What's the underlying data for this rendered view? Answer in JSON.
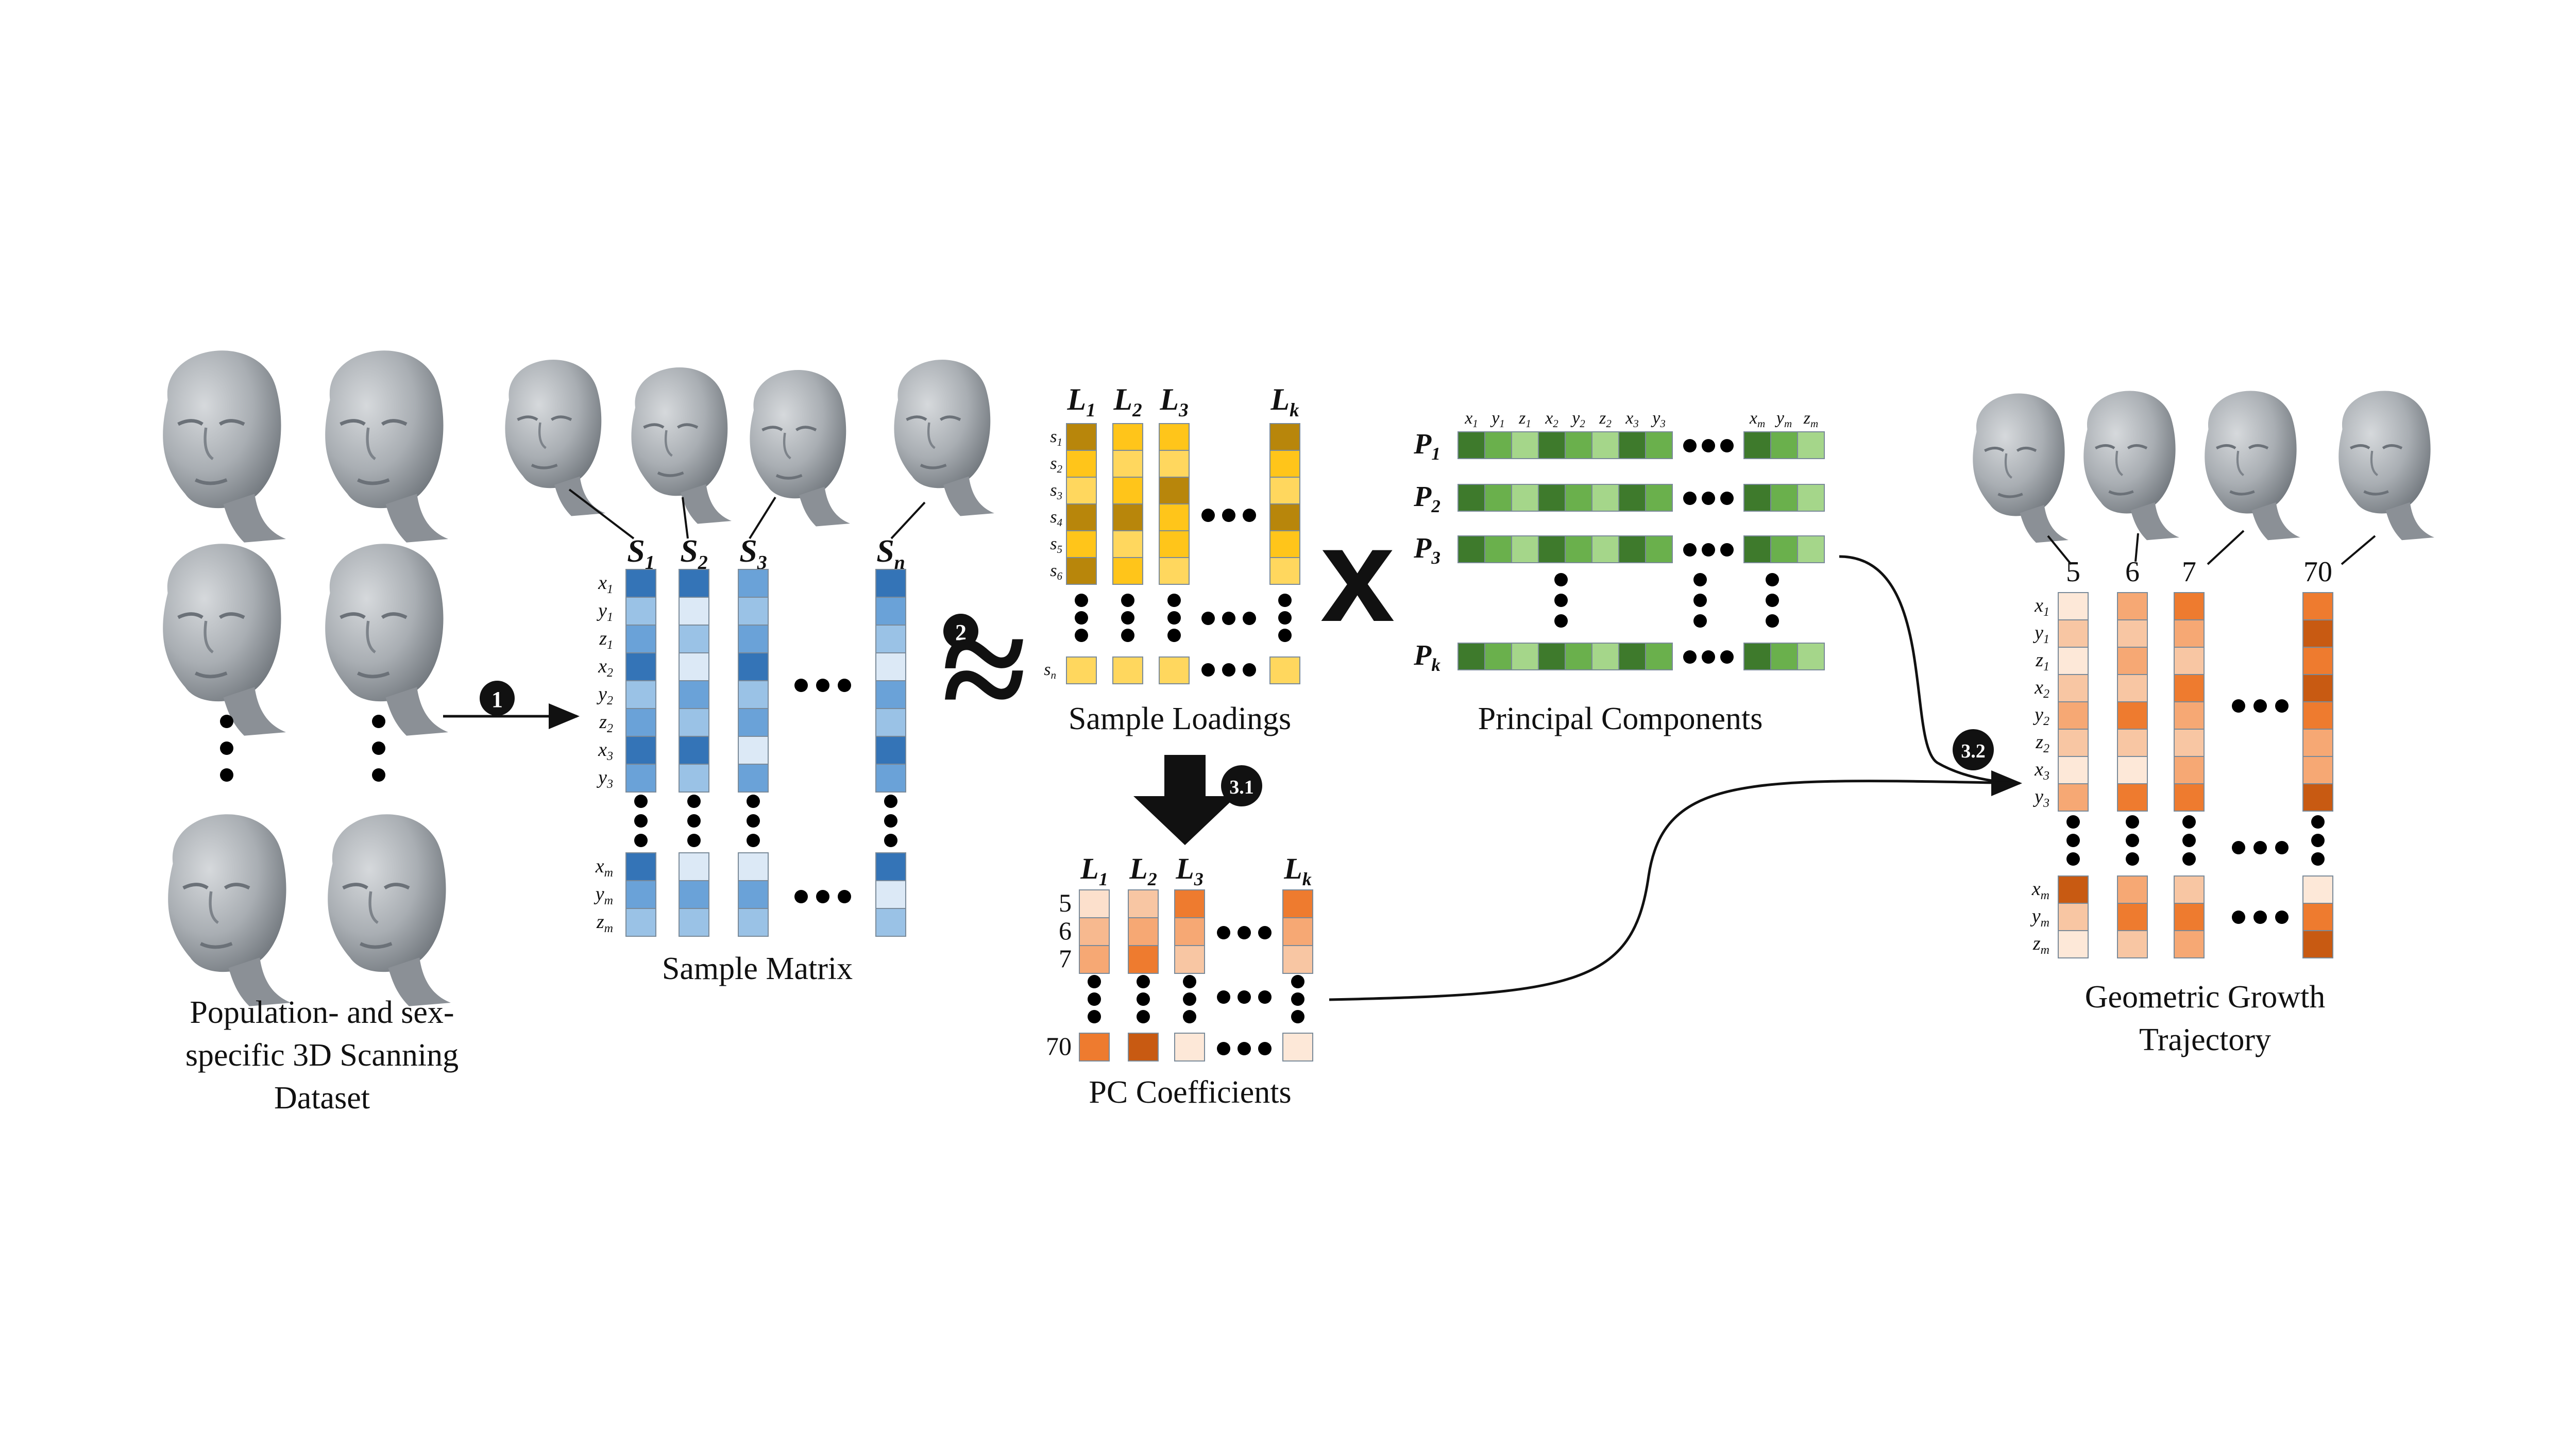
{
  "captions": {
    "dataset": [
      "Population- and sex-",
      "specific 3D Scanning",
      "Dataset"
    ],
    "sample_matrix": "Sample Matrix",
    "sample_loadings": "Sample Loadings",
    "principal_components": "Principal Components",
    "pc_coefficients": "PC Coefficients",
    "growth_trajectory": [
      "Geometric Growth",
      "Trajectory"
    ]
  },
  "steps": {
    "s1": "1",
    "s2": "2",
    "s31": "3.1",
    "s32": "3.2"
  },
  "symbols": {
    "approx": "≈",
    "times": "x"
  },
  "sample_matrix": {
    "columns": [
      {
        "base": "S",
        "sub": "1",
        "shades": [
          "#3474b7",
          "#9ac2e6",
          "#6aa2d8",
          "#3474b7",
          "#9ac2e6",
          "#6aa2d8",
          "#3474b7",
          "#6aa2d8"
        ],
        "bottom": [
          "#3474b7",
          "#6aa2d8",
          "#9ac2e6"
        ]
      },
      {
        "base": "S",
        "sub": "2",
        "shades": [
          "#3474b7",
          "#dce9f6",
          "#9ac2e6",
          "#dce9f6",
          "#6aa2d8",
          "#9ac2e6",
          "#3474b7",
          "#9ac2e6"
        ],
        "bottom": [
          "#dce9f6",
          "#6aa2d8",
          "#9ac2e6"
        ]
      },
      {
        "base": "S",
        "sub": "3",
        "shades": [
          "#6aa2d8",
          "#9ac2e6",
          "#6aa2d8",
          "#3474b7",
          "#9ac2e6",
          "#6aa2d8",
          "#dce9f6",
          "#6aa2d8"
        ],
        "bottom": [
          "#dce9f6",
          "#6aa2d8",
          "#9ac2e6"
        ]
      },
      {
        "base": "S",
        "sub": "n",
        "shades": [
          "#3474b7",
          "#6aa2d8",
          "#9ac2e6",
          "#dce9f6",
          "#6aa2d8",
          "#9ac2e6",
          "#3474b7",
          "#6aa2d8"
        ],
        "bottom": [
          "#3474b7",
          "#dce9f6",
          "#9ac2e6"
        ]
      }
    ],
    "row_labels": [
      {
        "base": "x",
        "sub": "1"
      },
      {
        "base": "y",
        "sub": "1"
      },
      {
        "base": "z",
        "sub": "1"
      },
      {
        "base": "x",
        "sub": "2"
      },
      {
        "base": "y",
        "sub": "2"
      },
      {
        "base": "z",
        "sub": "2"
      },
      {
        "base": "x",
        "sub": "3"
      },
      {
        "base": "y",
        "sub": "3"
      }
    ],
    "bottom_labels": [
      {
        "base": "x",
        "sub": "m"
      },
      {
        "base": "y",
        "sub": "m"
      },
      {
        "base": "z",
        "sub": "m"
      }
    ]
  },
  "loadings": {
    "columns": [
      {
        "base": "L",
        "sub": "1",
        "shades": [
          "#b8860b",
          "#ffc51a",
          "#ffd75e",
          "#b8860b",
          "#ffc51a",
          "#b8860b"
        ],
        "last": "#ffd75e"
      },
      {
        "base": "L",
        "sub": "2",
        "shades": [
          "#ffc51a",
          "#ffd75e",
          "#ffc51a",
          "#b8860b",
          "#ffd75e",
          "#ffc51a"
        ],
        "last": "#ffd75e"
      },
      {
        "base": "L",
        "sub": "3",
        "shades": [
          "#ffc51a",
          "#ffd75e",
          "#b8860b",
          "#ffc51a",
          "#ffc51a",
          "#ffd75e"
        ],
        "last": "#ffd75e"
      },
      {
        "base": "L",
        "sub": "k",
        "shades": [
          "#b8860b",
          "#ffc51a",
          "#ffd75e",
          "#b8860b",
          "#ffc51a",
          "#ffd75e"
        ],
        "last": "#ffd75e"
      }
    ],
    "row_labels": [
      {
        "base": "s",
        "sub": "1"
      },
      {
        "base": "s",
        "sub": "2"
      },
      {
        "base": "s",
        "sub": "3"
      },
      {
        "base": "s",
        "sub": "4"
      },
      {
        "base": "s",
        "sub": "5"
      },
      {
        "base": "s",
        "sub": "6"
      }
    ],
    "last_label": {
      "base": "s",
      "sub": "n"
    }
  },
  "principal_components": {
    "header": [
      {
        "base": "x",
        "sub": "1"
      },
      {
        "base": "y",
        "sub": "1"
      },
      {
        "base": "z",
        "sub": "1"
      },
      {
        "base": "x",
        "sub": "2"
      },
      {
        "base": "y",
        "sub": "2"
      },
      {
        "base": "z",
        "sub": "2"
      },
      {
        "base": "x",
        "sub": "3"
      },
      {
        "base": "y",
        "sub": "3"
      }
    ],
    "header_end": [
      {
        "base": "x",
        "sub": "m"
      },
      {
        "base": "y",
        "sub": "m"
      },
      {
        "base": "z",
        "sub": "m"
      }
    ],
    "rows": [
      {
        "base": "P",
        "sub": "1",
        "shades": [
          "#3e7a2c",
          "#6ab04c",
          "#a5d68a",
          "#3e7a2c",
          "#6ab04c",
          "#a5d68a",
          "#3e7a2c",
          "#6ab04c"
        ],
        "end": [
          "#3e7a2c",
          "#6ab04c",
          "#a5d68a"
        ]
      },
      {
        "base": "P",
        "sub": "2",
        "shades": [
          "#3e7a2c",
          "#6ab04c",
          "#a5d68a",
          "#3e7a2c",
          "#6ab04c",
          "#a5d68a",
          "#3e7a2c",
          "#6ab04c"
        ],
        "end": [
          "#3e7a2c",
          "#6ab04c",
          "#a5d68a"
        ]
      },
      {
        "base": "P",
        "sub": "3",
        "shades": [
          "#3e7a2c",
          "#6ab04c",
          "#a5d68a",
          "#3e7a2c",
          "#6ab04c",
          "#a5d68a",
          "#3e7a2c",
          "#6ab04c"
        ],
        "end": [
          "#3e7a2c",
          "#6ab04c",
          "#a5d68a"
        ]
      },
      {
        "base": "P",
        "sub": "k",
        "shades": [
          "#3e7a2c",
          "#6ab04c",
          "#a5d68a",
          "#3e7a2c",
          "#6ab04c",
          "#a5d68a",
          "#3e7a2c",
          "#6ab04c"
        ],
        "end": [
          "#3e7a2c",
          "#6ab04c",
          "#a5d68a"
        ]
      }
    ]
  },
  "coefficients": {
    "columns": [
      {
        "base": "L",
        "sub": "1",
        "shades": [
          "#fce0cc",
          "#f7b98f",
          "#f6a874"
        ],
        "last": "#ee7b2f"
      },
      {
        "base": "L",
        "sub": "2",
        "shades": [
          "#f8c6a3",
          "#f6a874",
          "#ee7b2f"
        ],
        "last": "#c85a12"
      },
      {
        "base": "L",
        "sub": "3",
        "shades": [
          "#ee7b2f",
          "#f6a874",
          "#f8c6a3"
        ],
        "last": "#fde8d8"
      },
      {
        "base": "L",
        "sub": "k",
        "shades": [
          "#ee7b2f",
          "#f6a874",
          "#f8c6a3"
        ],
        "last": "#fde8d8"
      }
    ],
    "row_labels": [
      "5",
      "6",
      "7"
    ],
    "last_label": "70"
  },
  "trajectory": {
    "columns": [
      {
        "label": "5",
        "shades": [
          "#fde8d8",
          "#f8c6a3",
          "#fde8d8",
          "#f8c6a3",
          "#f6a874",
          "#f8c6a3",
          "#fde8d8",
          "#f6a874"
        ],
        "bottom": [
          "#c85a12",
          "#f8c6a3",
          "#fde8d8"
        ]
      },
      {
        "label": "6",
        "shades": [
          "#f6a874",
          "#f8c6a3",
          "#f6a874",
          "#f8c6a3",
          "#ee7b2f",
          "#f8c6a3",
          "#fde8d8",
          "#ee7b2f"
        ],
        "bottom": [
          "#f6a874",
          "#ee7b2f",
          "#f8c6a3"
        ]
      },
      {
        "label": "7",
        "shades": [
          "#ee7b2f",
          "#f6a874",
          "#f8c6a3",
          "#ee7b2f",
          "#f6a874",
          "#f8c6a3",
          "#f6a874",
          "#ee7b2f"
        ],
        "bottom": [
          "#f8c6a3",
          "#ee7b2f",
          "#f6a874"
        ]
      },
      {
        "label": "70",
        "shades": [
          "#ee7b2f",
          "#c85a12",
          "#ee7b2f",
          "#c85a12",
          "#ee7b2f",
          "#f6a874",
          "#f6a874",
          "#c85a12"
        ],
        "bottom": [
          "#fde8d8",
          "#ee7b2f",
          "#c85a12"
        ]
      }
    ],
    "row_labels": [
      {
        "base": "x",
        "sub": "1"
      },
      {
        "base": "y",
        "sub": "1"
      },
      {
        "base": "z",
        "sub": "1"
      },
      {
        "base": "x",
        "sub": "2"
      },
      {
        "base": "y",
        "sub": "2"
      },
      {
        "base": "z",
        "sub": "2"
      },
      {
        "base": "x",
        "sub": "3"
      },
      {
        "base": "y",
        "sub": "3"
      }
    ],
    "bottom_labels": [
      {
        "base": "x",
        "sub": "m"
      },
      {
        "base": "y",
        "sub": "m"
      },
      {
        "base": "z",
        "sub": "m"
      }
    ]
  },
  "icons": [
    "face-scan-icon",
    "connector-line",
    "flow-arrow",
    "ellipsis-dots"
  ]
}
